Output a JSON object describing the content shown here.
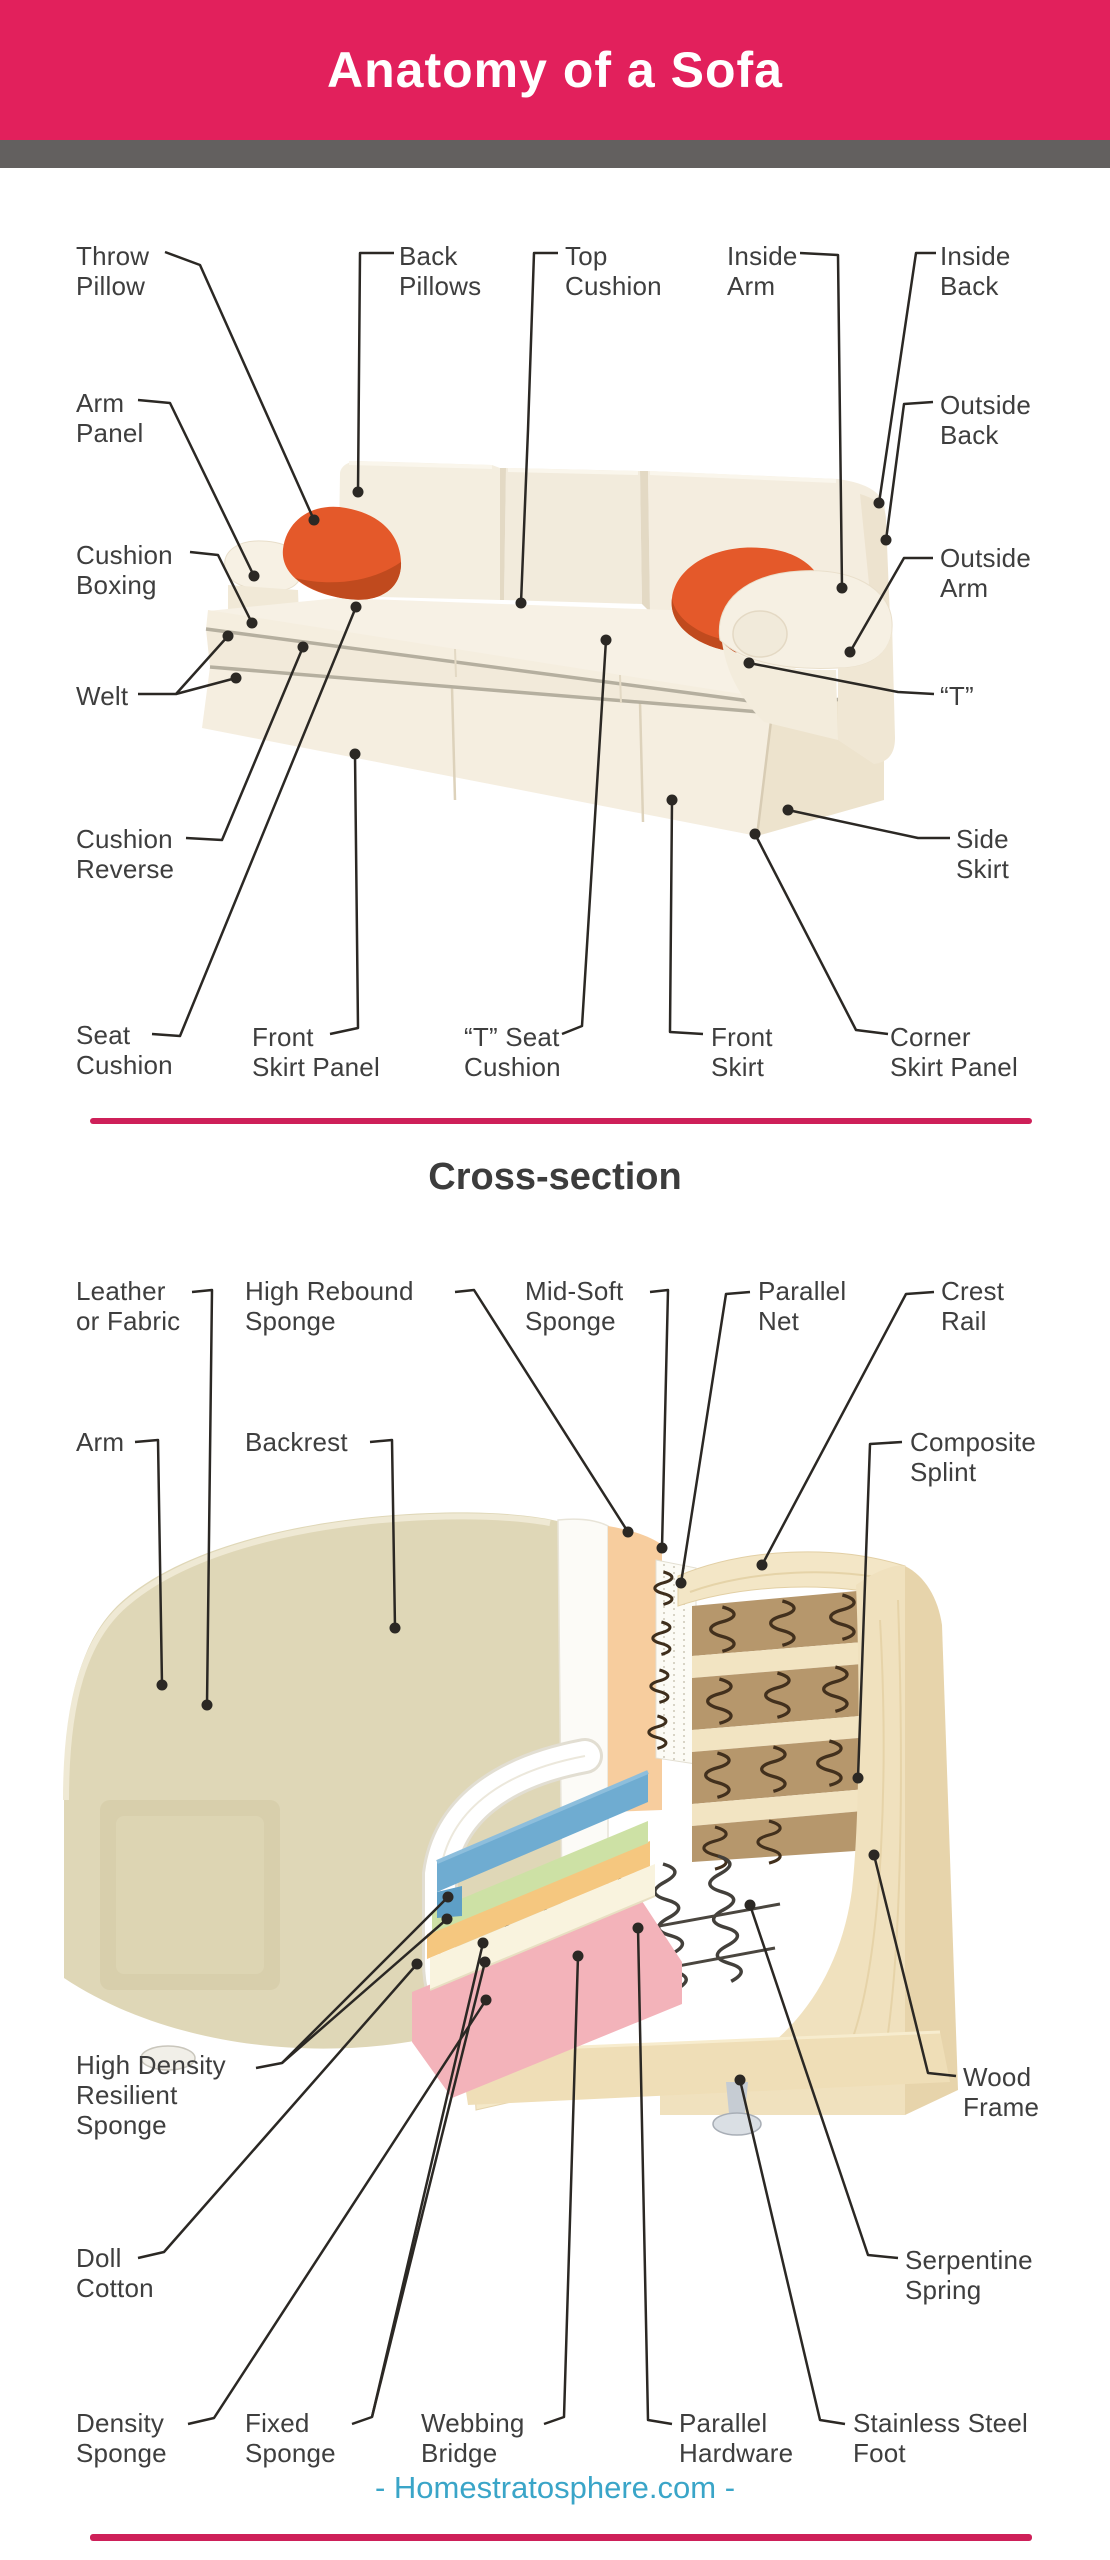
{
  "header": {
    "title": "Anatomy of a Sofa"
  },
  "sofa_diagram": {
    "labels": {
      "throw_pillow": "Throw\nPillow",
      "back_pillows": "Back\nPillows",
      "top_cushion": "Top\nCushion",
      "inside_arm": "Inside\nArm",
      "inside_back": "Inside\nBack",
      "arm_panel": "Arm\nPanel",
      "outside_back": "Outside\nBack",
      "cushion_boxing": "Cushion\nBoxing",
      "outside_arm": "Outside\nArm",
      "welt": "Welt",
      "t": "“T”",
      "cushion_reverse": "Cushion\nReverse",
      "side_skirt": "Side\nSkirt",
      "seat_cushion": "Seat\nCushion",
      "front_skirt_panel": "Front\nSkirt Panel",
      "t_seat_cushion": "“T” Seat\nCushion",
      "front_skirt": "Front\nSkirt",
      "corner_skirt_panel": "Corner\nSkirt Panel"
    }
  },
  "cross_section": {
    "heading": "Cross-section",
    "labels": {
      "leather_or_fabric": "Leather\nor Fabric",
      "high_rebound_sponge": "High Rebound\nSponge",
      "mid_soft_sponge": "Mid-Soft\nSponge",
      "parallel_net": "Parallel\nNet",
      "crest_rail": "Crest\nRail",
      "arm": "Arm",
      "backrest": "Backrest",
      "composite_splint": "Composite\nSplint",
      "high_density_resilient_sponge": "High Density\nResilient\nSponge",
      "wood_frame": "Wood\nFrame",
      "doll_cotton": "Doll\nCotton",
      "serpentine_spring": "Serpentine\nSpring",
      "density_sponge": "Density\nSponge",
      "fixed_sponge": "Fixed\nSponge",
      "webbing_bridge": "Webbing\nBridge",
      "parallel_hardware": "Parallel\nHardware",
      "stainless_steel_foot": "Stainless Steel\nFoot"
    }
  },
  "footer": {
    "site_label": "- Homestratosphere.com -"
  },
  "colors": {
    "header_bg": "#E2205C",
    "header_bar": "#63605F",
    "divider": "#CE2059",
    "footer_text": "#3AA5C8",
    "label_text": "#3E3E3E",
    "leader_line": "#2B2824",
    "sofa_fabric": "#F5EEDF",
    "pillow_orange": "#E4592A",
    "wood": "#F0E1BE"
  }
}
